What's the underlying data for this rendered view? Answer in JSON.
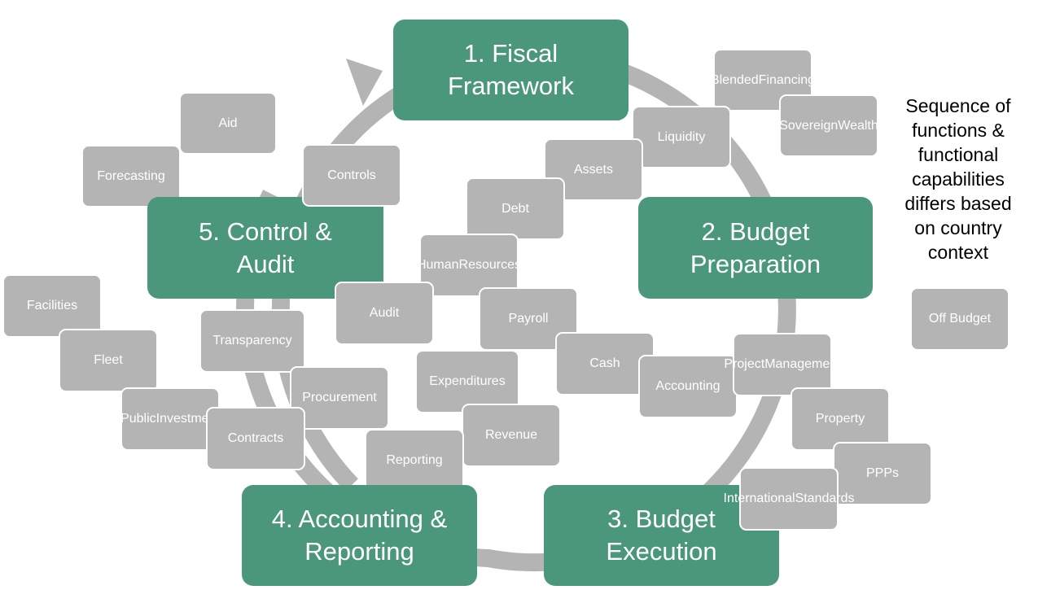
{
  "stages": {
    "fiscal_framework": [
      "1. Fiscal",
      "Framework"
    ],
    "budget_preparation": [
      "2. Budget",
      "Preparation"
    ],
    "budget_execution": [
      "3. Budget",
      "Execution"
    ],
    "accounting_reporting": [
      "4. Accounting &",
      "Reporting"
    ],
    "control_audit": [
      "5. Control &",
      "Audit"
    ]
  },
  "capabilities": {
    "aid": "Aid",
    "forecasting": "Forecasting",
    "controls": "Controls",
    "facilities": "Facilities",
    "fleet": "Fleet",
    "public_investment": [
      "Public",
      "Investment"
    ],
    "transparency": "Transparency",
    "procurement": "Procurement",
    "contracts": "Contracts",
    "reporting": "Reporting",
    "audit": "Audit",
    "human_resources": [
      "Human",
      "Resources"
    ],
    "debt": "Debt",
    "assets": "Assets",
    "liquidity": "Liquidity",
    "blended_financing": [
      "Blended",
      "Financing"
    ],
    "sovereign_wealth": [
      "Sovereign",
      "Wealth"
    ],
    "payroll": "Payroll",
    "cash": "Cash",
    "expenditures": "Expenditures",
    "revenue": "Revenue",
    "accounting": "Accounting",
    "project_management": [
      "Project",
      "Management"
    ],
    "property": "Property",
    "ppps": "PPPs",
    "international_standards": [
      "International",
      "Standards"
    ],
    "off_budget": "Off Budget"
  },
  "note": [
    "Sequence of",
    "functions &",
    "functional",
    "capabilities",
    "differs based",
    "on country",
    "context"
  ],
  "colors": {
    "stage_fill": "#4a977c",
    "capability_fill": "#b4b4b4",
    "cycle_ring": "#b4b4b4",
    "text_on_box": "#ffffff",
    "note_text": "#000000"
  }
}
